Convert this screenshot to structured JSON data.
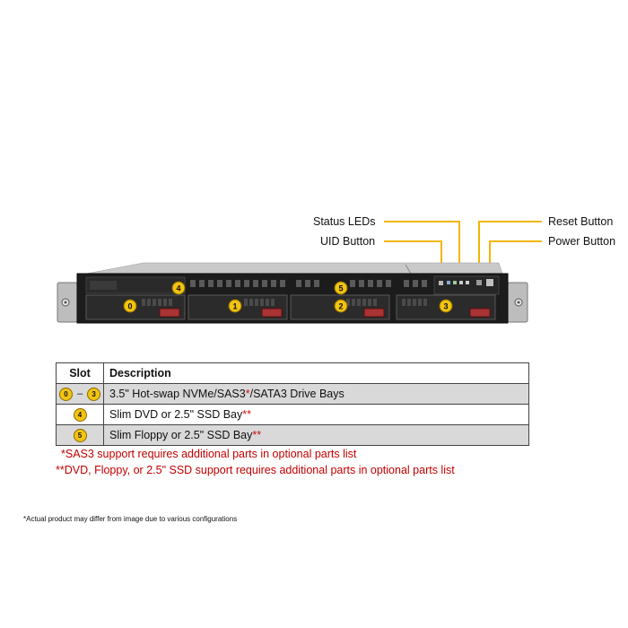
{
  "callouts": {
    "status_leds": "Status LEDs",
    "uid_button": "UID Button",
    "reset_button": "Reset Button",
    "power_button": "Power Button"
  },
  "chassis": {
    "bay_numbers": [
      "0",
      "1",
      "2",
      "3"
    ],
    "slim_bay_numbers": [
      "4",
      "5"
    ]
  },
  "table": {
    "header_slot": "Slot",
    "header_description": "Description",
    "rows": [
      {
        "slot_from": "0",
        "slot_sep": "–",
        "slot_to": "3",
        "desc_prefix": "3.5\" Hot-swap NVMe/SAS3",
        "desc_mark": "*",
        "desc_suffix": "/SATA3 Drive Bays"
      },
      {
        "slot": "4",
        "desc": "Slim DVD or 2.5\" SSD Bay",
        "desc_mark": "**"
      },
      {
        "slot": "5",
        "desc": "Slim Floppy or 2.5\" SSD Bay",
        "desc_mark": "**"
      }
    ]
  },
  "notes": {
    "sas3": "*SAS3 support requires additional parts in optional parts list",
    "dvd": "**DVD, Floppy, or 2.5\" SSD support requires additional parts in optional parts list"
  },
  "disclaimer": "*Actual product may differ from image due to various configurations",
  "colors": {
    "callout_line": "#f2b705",
    "badge": "#f2c311",
    "note_red": "#c00000",
    "chassis_dark": "#1c1c1c",
    "chassis_top": "#c9c9c9"
  }
}
